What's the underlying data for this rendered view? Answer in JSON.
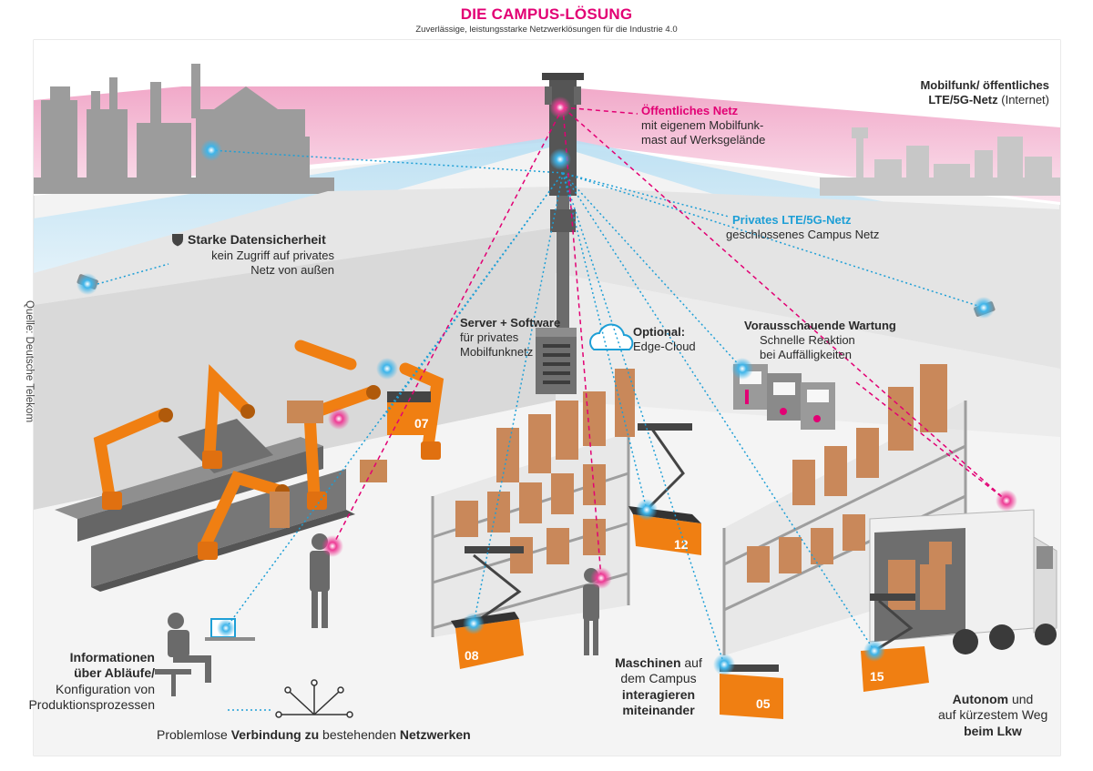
{
  "header": {
    "title": "DIE CAMPUS-LÖSUNG",
    "subtitle": "Zuverlässige, leistungsstarke Netzwerklösungen für die Industrie 4.0"
  },
  "source": "Quelle: Deutsche Telekom",
  "labels": {
    "public_net": {
      "title": "Öffentliches Netz",
      "line1": "mit eigenem Mobilfunk-",
      "line2": "mast auf Werksgelände"
    },
    "mobile_public": {
      "line1": "Mobilfunk/ öffentliches",
      "line2_bold": "LTE/5G-Netz",
      "line2_rest": " (Internet)"
    },
    "private_net": {
      "title": "Privates LTE/5G-Netz",
      "line1": "geschlossenes Campus Netz"
    },
    "security": {
      "title": "Starke Datensicherheit",
      "line1": "kein Zugriff auf privates",
      "line2": "Netz von außen"
    },
    "server": {
      "title": "Server + Software",
      "line1": "für privates",
      "line2": "Mobilfunknetz"
    },
    "edge": {
      "title": "Optional:",
      "line1": "Edge-Cloud"
    },
    "maintenance": {
      "title": "Vorausschauende Wartung",
      "line1": "Schnelle Reaktion",
      "line2": "bei Auffälligkeiten"
    },
    "info": {
      "line1": "Informationen",
      "line2": "über Abläufe/",
      "line3": "Konfiguration von",
      "line4": "Produktionsprozessen"
    },
    "machines": {
      "line1_bold": "Maschinen",
      "line1_rest": " auf",
      "line2": "dem Campus",
      "line3": "interagieren",
      "line4": "miteinander"
    },
    "autonom": {
      "line1_bold": "Autonom",
      "line1_rest": " und",
      "line2": "auf kürzestem Weg",
      "line3": "beim Lkw"
    },
    "connect": {
      "p1": "Problemlose ",
      "p2": "Verbindung zu",
      "p3": " bestehenden ",
      "p4": "Netzwerken"
    }
  },
  "agv_numbers": {
    "agv1": "08",
    "agv2": "12",
    "agv3": "05",
    "agv4": "15",
    "factory": "07"
  },
  "colors": {
    "magenta": "#e20074",
    "cyan": "#1e9fd6",
    "orange": "#f07f12",
    "grey": "#8c8c8c"
  },
  "icons": [
    "shield-icon",
    "cloud-icon",
    "cell-tower-icon",
    "server-icon",
    "network-icon",
    "camera-icon"
  ]
}
